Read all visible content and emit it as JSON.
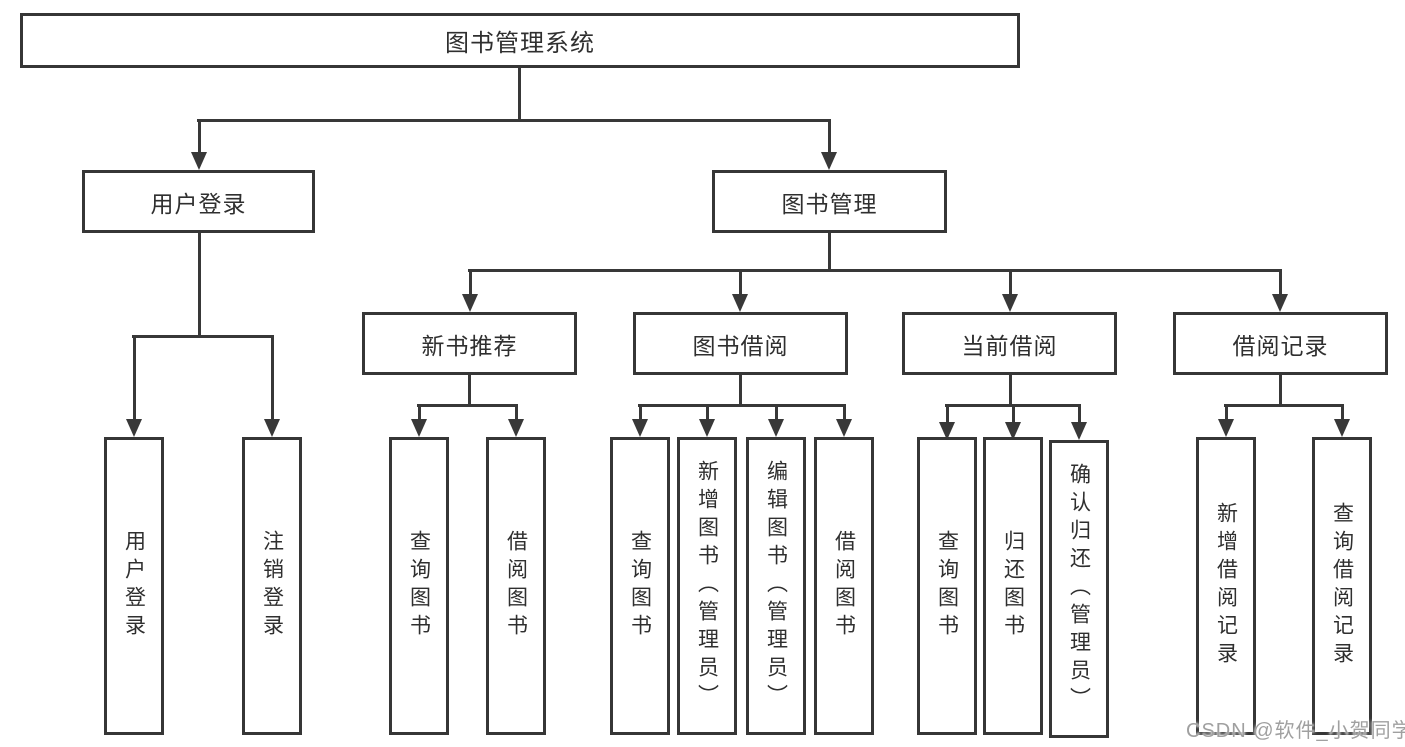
{
  "diagram": {
    "tree": {
      "root": {
        "label": "图书管理系统",
        "children": [
          {
            "label": "用户登录",
            "children": [
              {
                "label": "用户登录"
              },
              {
                "label": "注销登录"
              }
            ]
          },
          {
            "label": "图书管理",
            "children": [
              {
                "label": "新书推荐",
                "children": [
                  {
                    "label": "查询图书"
                  },
                  {
                    "label": "借阅图书"
                  }
                ]
              },
              {
                "label": "图书借阅",
                "children": [
                  {
                    "label": "查询图书"
                  },
                  {
                    "label": "新增图书（管理员）"
                  },
                  {
                    "label": "编辑图书（管理员）"
                  },
                  {
                    "label": "借阅图书"
                  }
                ]
              },
              {
                "label": "当前借阅",
                "children": [
                  {
                    "label": "查询图书"
                  },
                  {
                    "label": "归还图书"
                  },
                  {
                    "label": "确认归还（管理员）"
                  }
                ]
              },
              {
                "label": "借阅记录",
                "children": [
                  {
                    "label": "新增借阅记录"
                  },
                  {
                    "label": "查询借阅记录"
                  }
                ]
              }
            ]
          }
        ]
      }
    },
    "colors": {
      "line": "#383838",
      "border": "#363636",
      "text": "#2f2f2f",
      "background": "#ffffff",
      "watermark": "#a0a0a0"
    }
  },
  "watermark": {
    "text": "CSDN @软件_小贺同学"
  }
}
